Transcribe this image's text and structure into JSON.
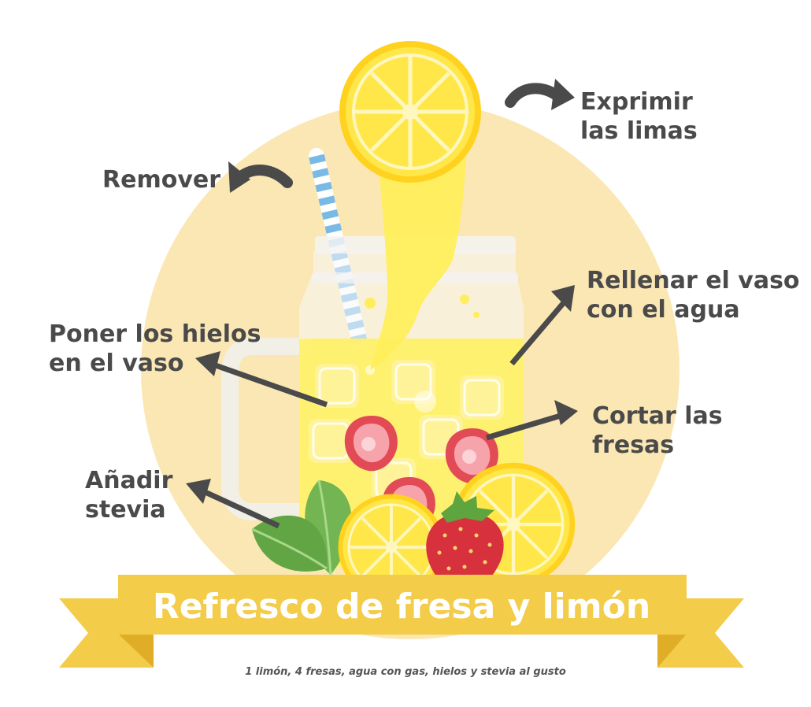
{
  "steps": {
    "exprimir": [
      "Exprimir",
      "las limas"
    ],
    "remover": [
      "Remover"
    ],
    "rellenar": [
      "Rellenar el vaso",
      "con el agua"
    ],
    "hielos": [
      "Poner los hielos",
      "en el vaso"
    ],
    "cortar": [
      "Cortar las",
      "fresas"
    ],
    "stevia": [
      "Añadir",
      "stevia"
    ]
  },
  "banner": {
    "title": "Refresco de fresa y limón",
    "subtitle": "1 limón, 4 fresas, agua con gas, hielos y stevia al gusto"
  },
  "colors": {
    "background_circle": "#fbe7b3",
    "lemon": "#ffe74a",
    "lemon_rind": "#ffd21f",
    "juice": "#ffee5c",
    "strawberry": "#e24a55",
    "leaf": "#72b552",
    "straw_stripe": "#78b9e6",
    "banner": "#f3cc4a",
    "banner_dark": "#dfae26",
    "text": "#4a4a4a",
    "arrow": "#4a4a4a"
  },
  "icons": [
    "lemon-slice-icon",
    "straw-icon",
    "jar-icon",
    "strawberry-icon",
    "mint-leaf-icon",
    "arrow-icon"
  ]
}
